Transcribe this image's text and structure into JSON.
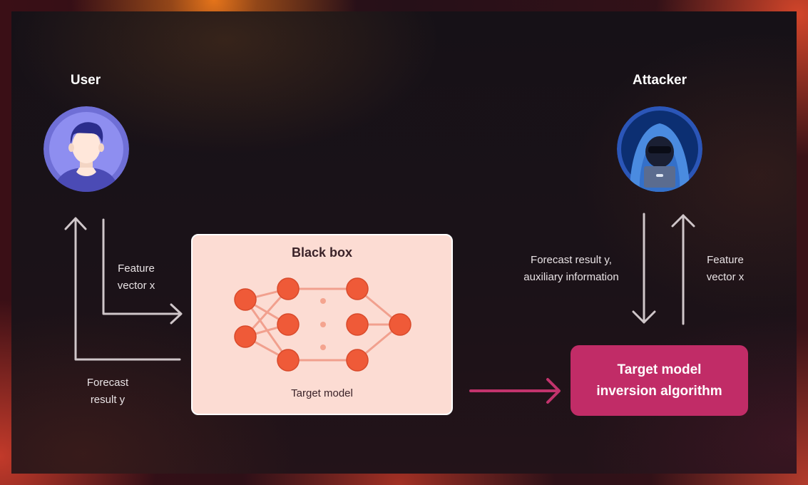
{
  "user": {
    "heading": "User",
    "avatar_icon": "user-avatar-icon"
  },
  "attacker": {
    "heading": "Attacker",
    "avatar_icon": "hooded-hacker-icon"
  },
  "left_flow": {
    "feature_label": "Feature\nvector x",
    "forecast_label": "Forecast\nresult y"
  },
  "black_box": {
    "title": "Black box",
    "caption": "Target model"
  },
  "right_flow": {
    "forecast_label": "Forecast result y,\nauxiliary information",
    "feature_label": "Feature\nvector x"
  },
  "inversion": {
    "label": "Target model\ninversion algorithm"
  },
  "colors": {
    "node": "#ef5a38",
    "edge": "#f1a08e",
    "blackbox_bg": "#fcdcd3",
    "inversion_bg": "#c12c67",
    "arrow_light": "#cfc6c9",
    "arrow_pink": "#c2336c"
  }
}
